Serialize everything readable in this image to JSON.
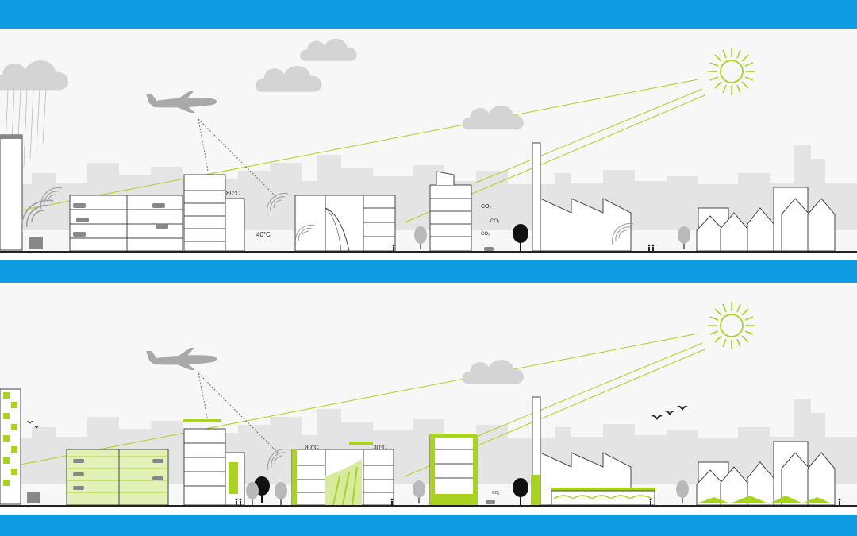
{
  "colors": {
    "band_blue": "#0d9ce0",
    "accent_green": "#a8d31f",
    "sky_grey": "#efefef",
    "skyline_grey": "#e4e4e4",
    "cloud_grey": "#d4d4d4",
    "aircraft_grey": "#a9a9a9",
    "ground": "#222222"
  },
  "panels": [
    {
      "id": "before",
      "labels": {
        "temp_high": "80°C",
        "temp_low": "40°C",
        "co2_a": "CO₂",
        "co2_b": "CO₂",
        "co2_c": "CO₂"
      }
    },
    {
      "id": "after",
      "labels": {
        "temp_high": "80°C",
        "temp_low": "30°C",
        "co2_a": "CO₂"
      }
    }
  ],
  "icons": [
    "sun-icon",
    "cloud-icon",
    "aircraft-icon",
    "tree-icon",
    "bird-icon",
    "car-icon",
    "bus-icon",
    "person-icon",
    "factory-icon"
  ]
}
